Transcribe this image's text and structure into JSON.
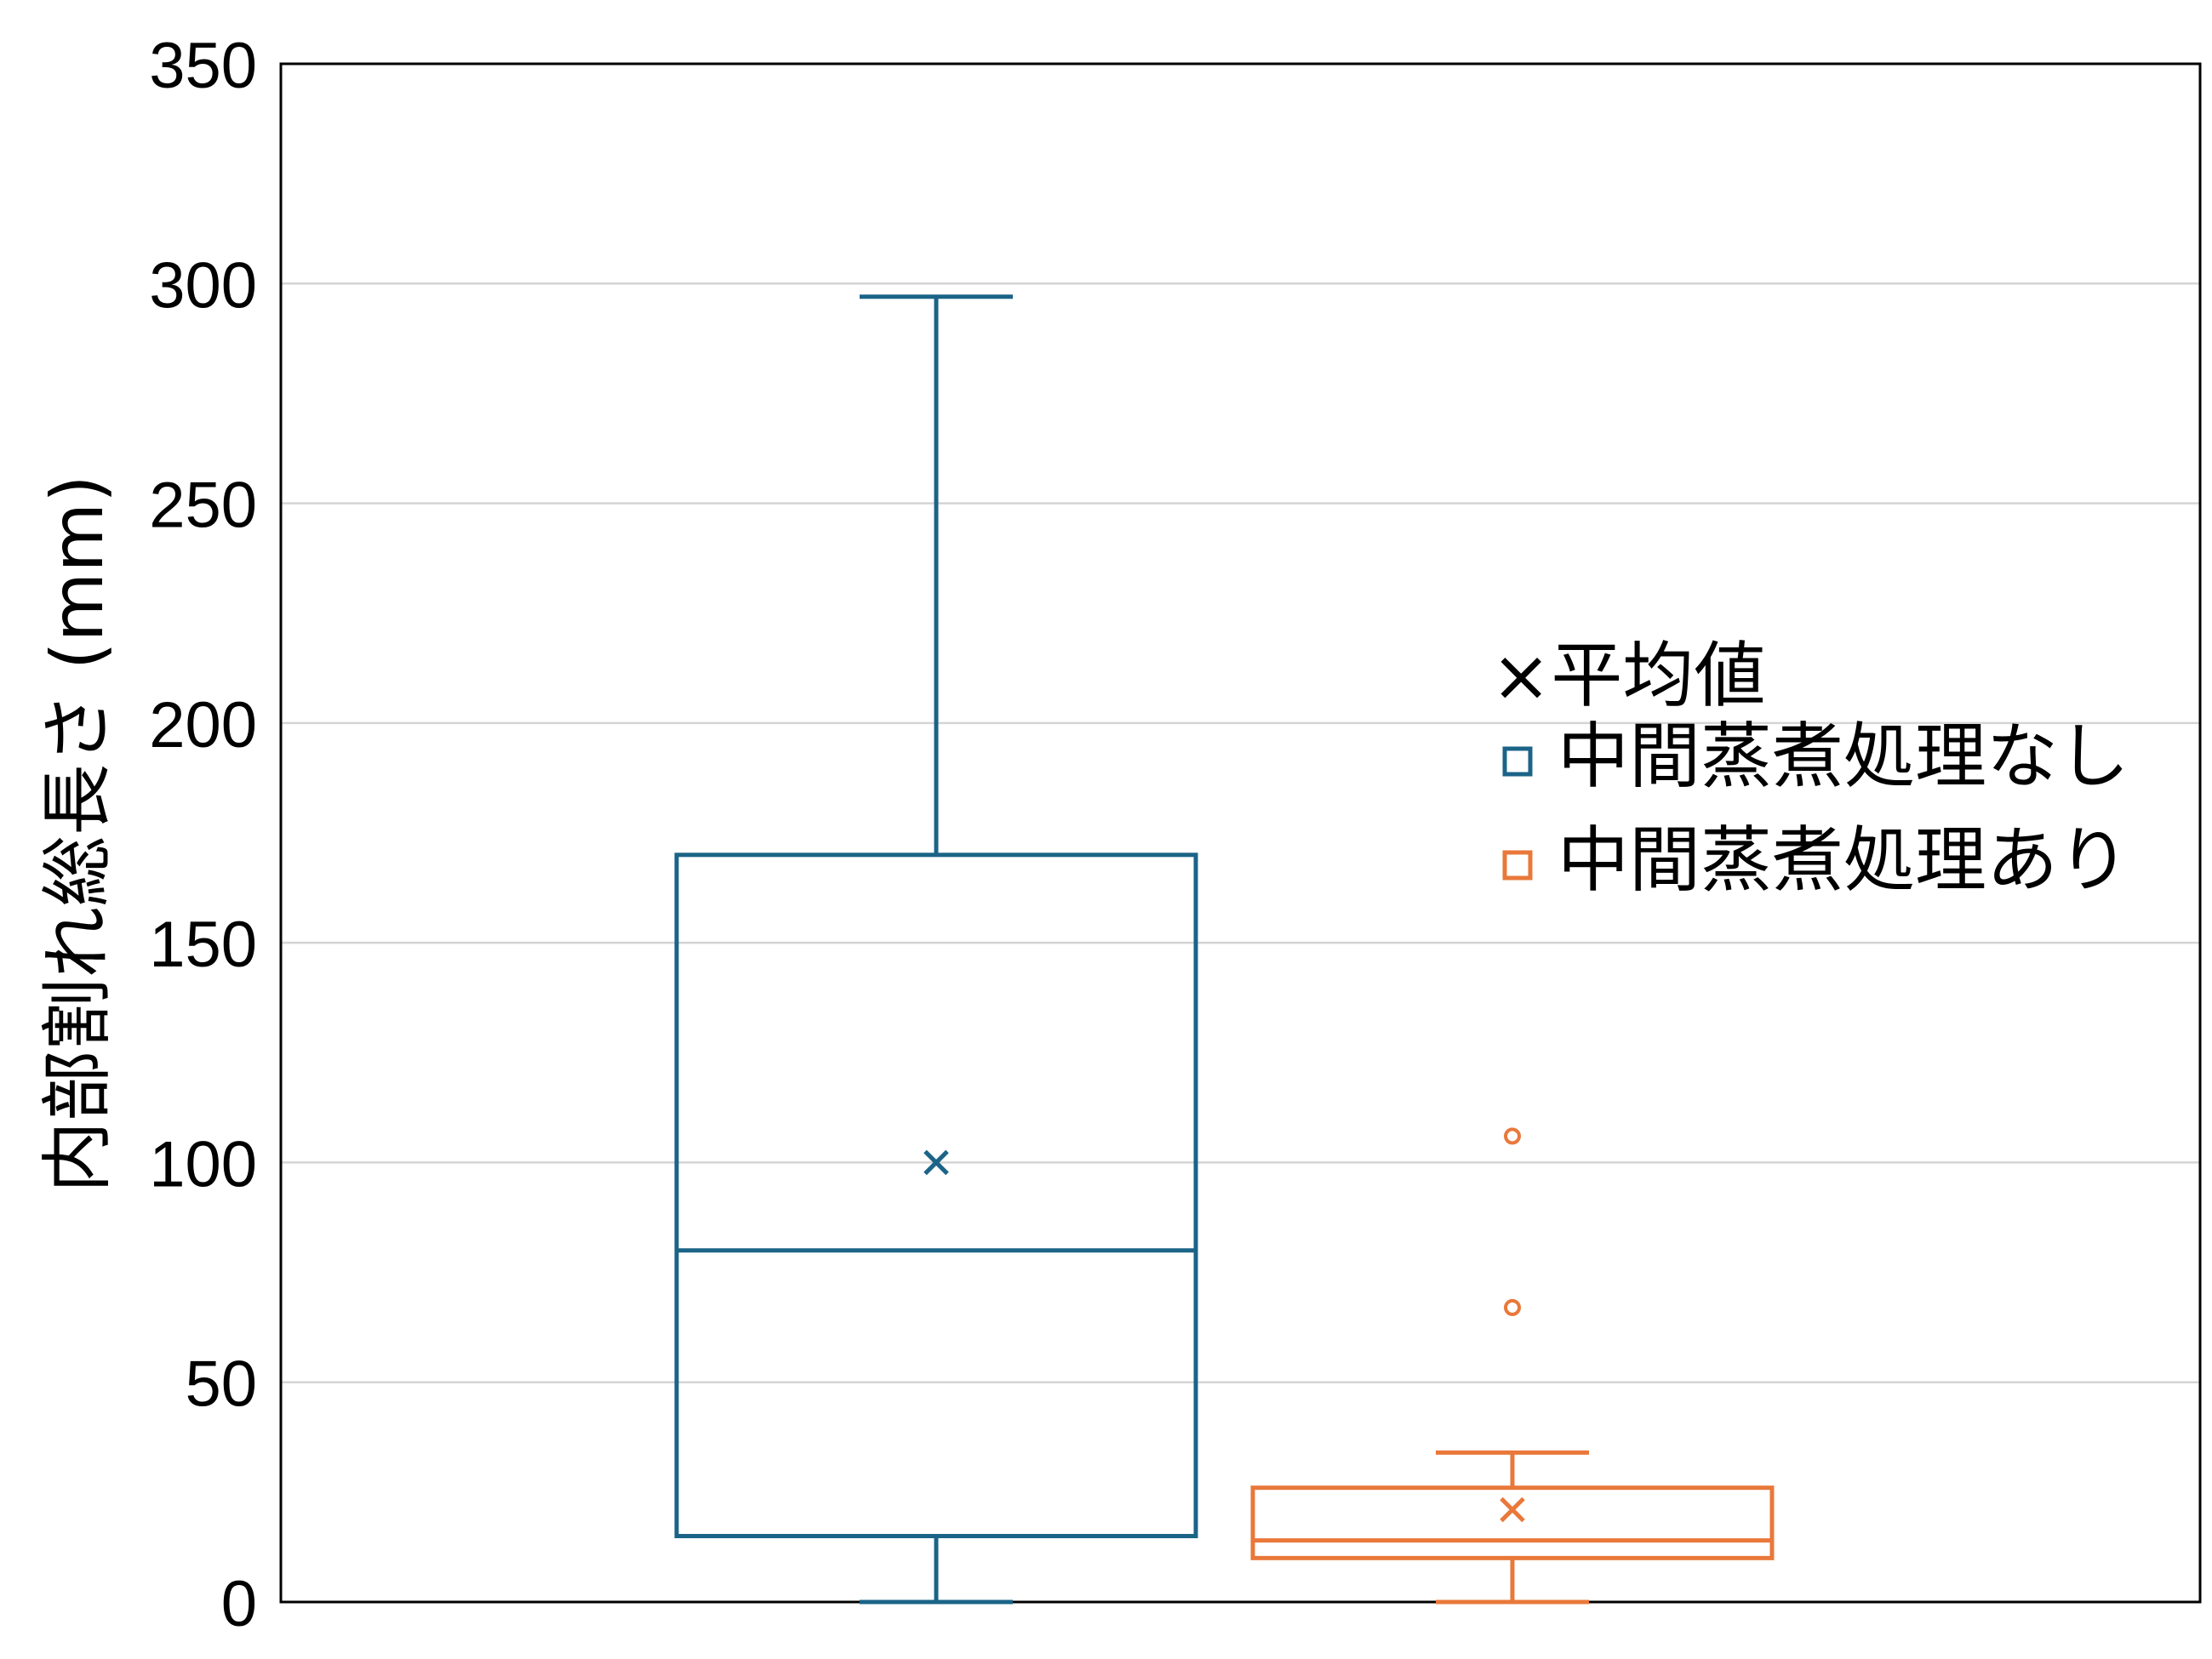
{
  "chart_data": {
    "type": "box",
    "ylabel": "内部割れ総長さ (mm)",
    "ylim": [
      0,
      350
    ],
    "yticks": [
      0,
      50,
      100,
      150,
      200,
      250,
      300,
      350
    ],
    "grid": true,
    "legend_position": "right",
    "legend_mean_label": "×平均値",
    "series": [
      {
        "name": "中間蒸煮処理なし",
        "color": "#1b6487",
        "min": 0,
        "q1": 15,
        "median": 80,
        "q3": 170,
        "max": 297,
        "mean": 100,
        "outliers": []
      },
      {
        "name": "中間蒸煮処理あり",
        "color": "#e9783a",
        "min": 0,
        "q1": 10,
        "median": 14,
        "q3": 26,
        "max": 34,
        "mean": 21,
        "outliers": [
          106,
          67
        ]
      }
    ]
  }
}
